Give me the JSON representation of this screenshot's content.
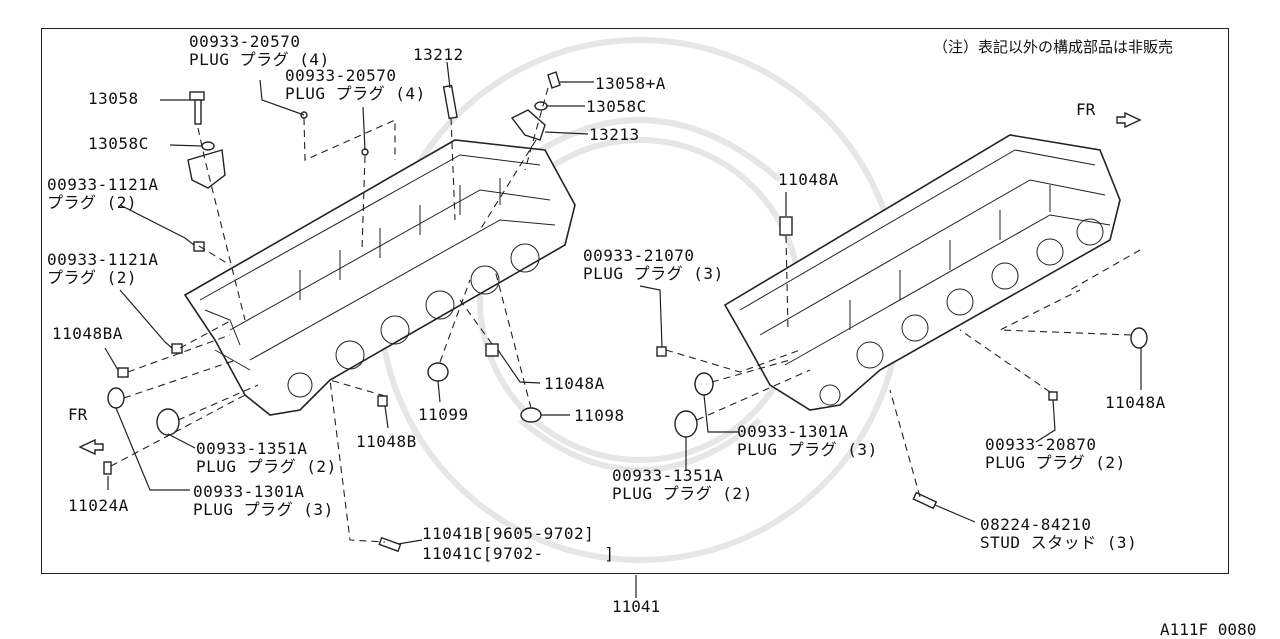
{
  "note": "（注）表記以外の構成部品は非販売",
  "diagram_id": "A111F 0080",
  "fr_left": "FR",
  "fr_right": "FR",
  "main_part": "11041",
  "labels": {
    "p13058": "13058",
    "p13058c_l": "13058C",
    "p00933_1121a_1": "00933-1121A\nプラグ (2)",
    "p00933_1121a_2": "00933-1121A\nプラグ (2)",
    "p11048ba": "11048BA",
    "p11024a": "11024A",
    "p00933_20570_a": "00933-20570\nPLUG プラグ (4)",
    "p00933_20570_b": "00933-20570\nPLUG プラグ (4)",
    "p13212": "13212",
    "p13058a": "13058+A",
    "p13058c_r": "13058C",
    "p13213": "13213",
    "p11048a_mid": "11048A",
    "p11099": "11099",
    "p11098": "11098",
    "p11048b": "11048B",
    "p00933_1351a_l": "00933-1351A\nPLUG プラグ (2)",
    "p00933_1301a_l": "00933-1301A\nPLUG プラグ (3)",
    "p11041b": "11041B[9605-9702]",
    "p11041c": "11041C[9702-      ]",
    "p11048a_top": "11048A",
    "p00933_21070": "00933-21070\nPLUG プラグ (3)",
    "p11048a_right": "11048A",
    "p00933_1301a_r": "00933-1301A\nPLUG プラグ (3)",
    "p00933_1351a_r": "00933-1351A\nPLUG プラグ (2)",
    "p00933_20870": "00933-20870\nPLUG プラグ (2)",
    "p08224": "08224-84210\nSTUD スタッド (3)"
  }
}
